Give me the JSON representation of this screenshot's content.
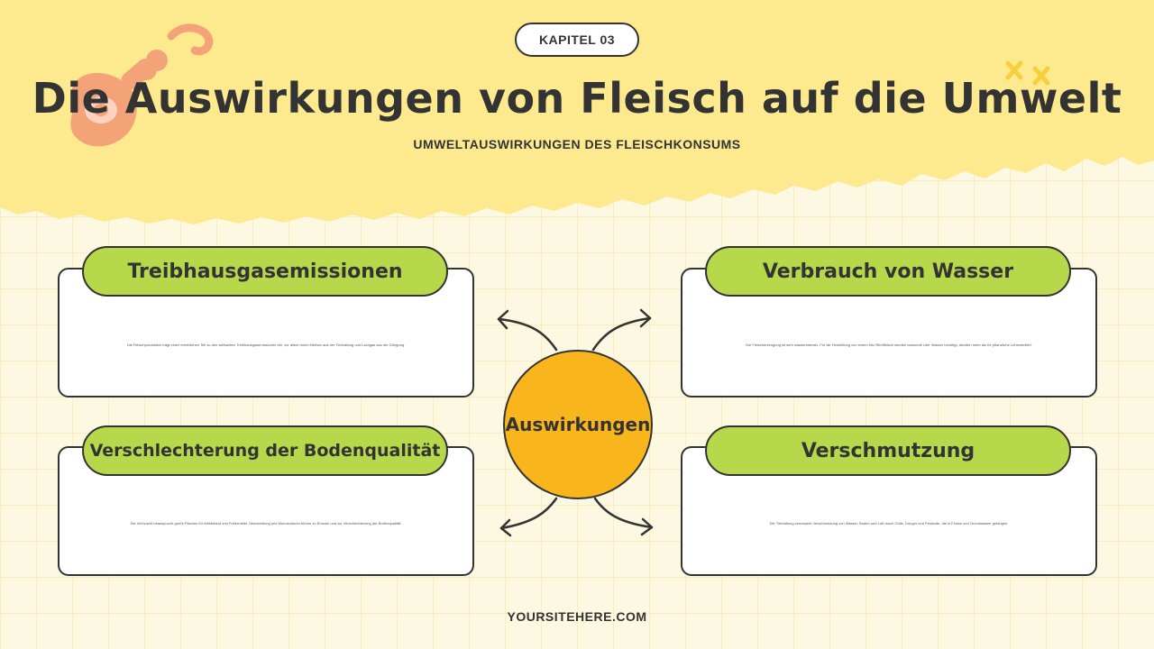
{
  "header": {
    "chapter": "KAPITEL 03",
    "title": "Die Auswirkungen von Fleisch auf die Umwelt",
    "subtitle": "UMWELTAUSWIRKUNGEN DES FLEISCHKONSUMS"
  },
  "hub": {
    "label": "Auswirkungen"
  },
  "cards": [
    {
      "title": "Treibhausgasemissionen",
      "text": "Die Fleischproduktion trägt einen erheblichen Teil zu den weltweiten Treibhausgasemissionen bei, vor allem durch Methan aus der Tierhaltung und Lachgas aus der Düngung."
    },
    {
      "title": "Verbrauch von Wasser",
      "text": "Die Fleischerzeugung ist sehr wasserintensiv. Für die Herstellung von einem Kilo Rindfleisch werden tausende Liter Wasser benötigt, deutlich mehr als für pflanzliche Lebensmittel."
    },
    {
      "title": "Verschlechterung der Bodenqualität",
      "text": "Die Viehzucht beansprucht große Flächen für Weideland und Futtermittel. Überweidung und Monokulturen führen zu Erosion und zur Verschlechterung der Bodenqualität."
    },
    {
      "title": "Verschmutzung",
      "text": "Die Tierhaltung verursacht Verschmutzung von Wasser, Boden und Luft durch Gülle, Dünger und Pestizide, die in Flüsse und Grundwasser gelangen."
    }
  ],
  "footer": {
    "site": "YOURSITEHERE.COM"
  },
  "colors": {
    "header_band": "#fde98e",
    "card_title_bg": "#b7d84a",
    "hub_bg": "#f9b51c",
    "outline": "#333333",
    "meat_icon": "#f4a277",
    "sparkle": "#f7cf3d"
  }
}
